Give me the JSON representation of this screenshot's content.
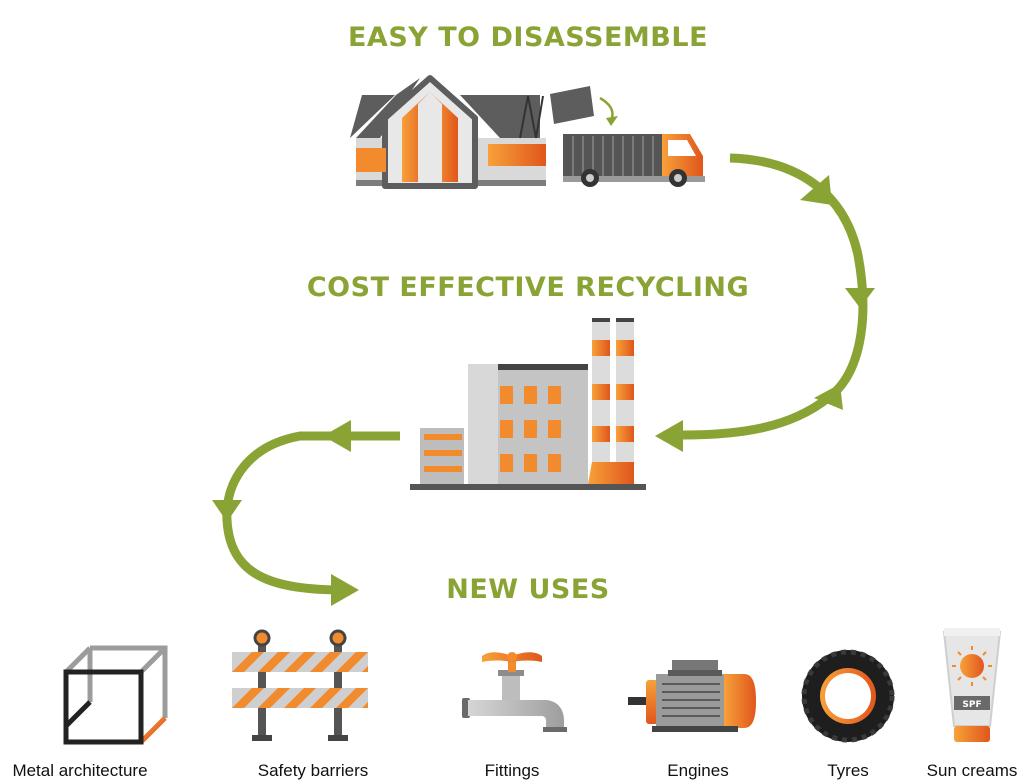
{
  "colors": {
    "green": "#8aa335",
    "orange": "#f28a2e",
    "orange_dark": "#e0561c",
    "grey": "#bdbdbd",
    "grey_dark": "#5a5a5a"
  },
  "stages": {
    "disassemble": "EASY TO DISASSEMBLE",
    "recycling": "COST EFFECTIVE RECYCLING",
    "new_uses": "NEW USES"
  },
  "stage_icons": {
    "disassemble": [
      "house-icon",
      "truck-icon"
    ],
    "recycling": [
      "factory-icon"
    ]
  },
  "uses": [
    {
      "label": "Metal architecture",
      "icon": "metal-frame-icon"
    },
    {
      "label": "Safety barriers",
      "icon": "safety-barrier-icon"
    },
    {
      "label": "Fittings",
      "icon": "faucet-icon"
    },
    {
      "label": "Engines",
      "icon": "engine-icon"
    },
    {
      "label": "Tyres",
      "icon": "tyre-icon"
    },
    {
      "label": "Sun creams",
      "icon": "sun-cream-icon"
    }
  ],
  "sun_cream_badge": "SPF"
}
